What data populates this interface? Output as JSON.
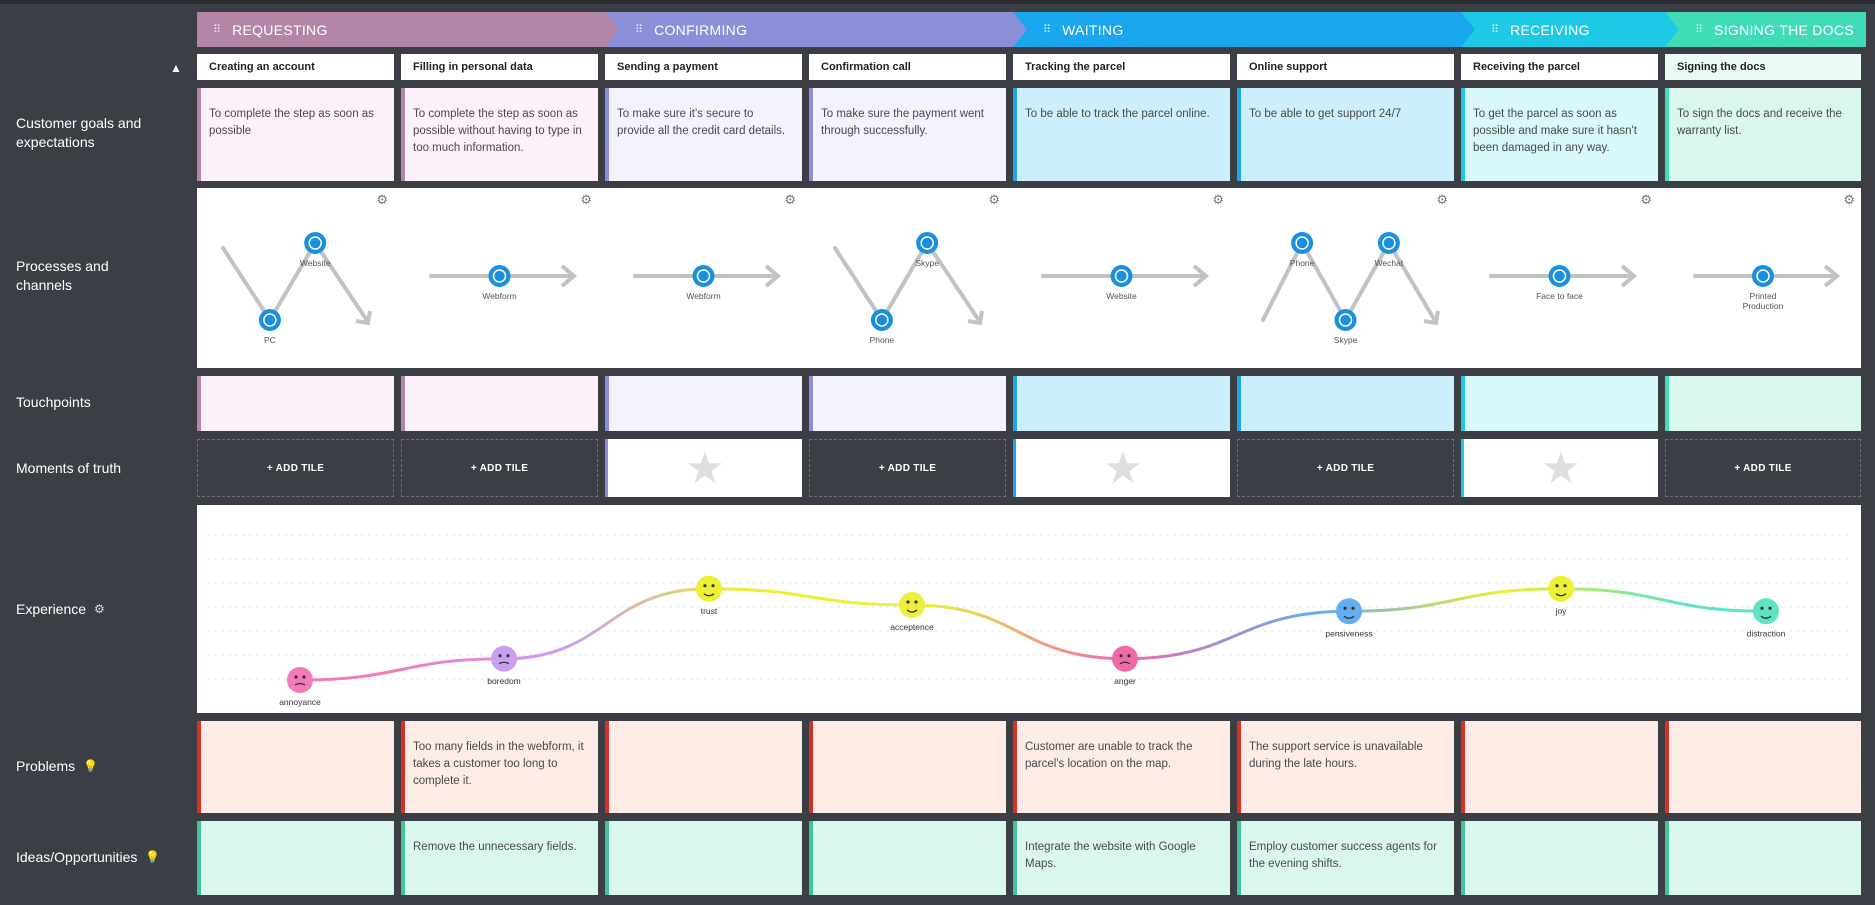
{
  "phases": [
    {
      "label": "REQUESTING",
      "color": "#b386a8"
    },
    {
      "label": "CONFIRMING",
      "color": "#8b8fd8"
    },
    {
      "label": "WAITING",
      "color": "#1ba6f0"
    },
    {
      "label": "RECEIVING",
      "color": "#1ec9e6"
    },
    {
      "label": "SIGNING THE DOCS",
      "color": "#3fdcb7"
    }
  ],
  "row_labels": {
    "goals": "Customer goals and expectations",
    "processes": "Processes and channels",
    "touchpoints": "Touchpoints",
    "moments": "Moments of truth",
    "experience": "Experience",
    "problems": "Problems",
    "ideas": "Ideas/Opportunities"
  },
  "steps": [
    {
      "title": "Creating an account",
      "goal": "To complete the step as soon as possible",
      "problem": "",
      "idea": ""
    },
    {
      "title": "Filling in personal data",
      "goal": "To complete the step as soon as possible without having to type in too much information.",
      "problem": "Too many fields in the webform, it takes a customer too long to complete it.",
      "idea": "Remove the unnecessary fields."
    },
    {
      "title": "Sending a payment",
      "goal": "To make sure it's secure to provide all the credit card details.",
      "problem": "",
      "idea": ""
    },
    {
      "title": "Confirmation call",
      "goal": "To make sure the payment went through successfully.",
      "problem": "",
      "idea": ""
    },
    {
      "title": "Tracking the parcel",
      "goal": "To be able to track the parcel online.",
      "problem": "Customer are unable to track the parcel's location on the map.",
      "idea": "Integrate the website with Google Maps."
    },
    {
      "title": "Online support",
      "goal": "To be able to get support 24/7",
      "problem": "The support service is unavailable during the late hours.",
      "idea": "Employ customer success agents for the evening shifts."
    },
    {
      "title": "Receiving the parcel",
      "goal": "To get the parcel as soon as possible and make sure it hasn't been damaged in any way.",
      "problem": "",
      "idea": ""
    },
    {
      "title": "Signing the docs",
      "goal": "To sign the docs and receive the warranty list.",
      "problem": "",
      "idea": ""
    }
  ],
  "channels": [
    {
      "pattern": "zigzag",
      "items": [
        {
          "name": "Website",
          "icon": "globe-icon"
        },
        {
          "name": "PC",
          "icon": "computer-icon"
        }
      ]
    },
    {
      "pattern": "arrow",
      "items": [
        {
          "name": "Webform",
          "icon": "webform-icon"
        }
      ]
    },
    {
      "pattern": "arrow",
      "items": [
        {
          "name": "Webform",
          "icon": "webform-icon"
        }
      ]
    },
    {
      "pattern": "zigzag",
      "items": [
        {
          "name": "Skype",
          "icon": "skype-icon"
        },
        {
          "name": "Phone",
          "icon": "phone-icon"
        }
      ]
    },
    {
      "pattern": "arrow",
      "items": [
        {
          "name": "Website",
          "icon": "globe-icon"
        }
      ]
    },
    {
      "pattern": "zigzag3",
      "items": [
        {
          "name": "Phone",
          "icon": "phone-icon"
        },
        {
          "name": "Wechat",
          "icon": "wechat-icon"
        },
        {
          "name": "Skype",
          "icon": "skype-icon"
        }
      ]
    },
    {
      "pattern": "arrow",
      "items": [
        {
          "name": "Face to face",
          "icon": "person-icon"
        }
      ]
    },
    {
      "pattern": "arrow",
      "items": [
        {
          "name": "Printed Production",
          "icon": "document-icon"
        }
      ]
    }
  ],
  "moments": [
    "add",
    "add",
    "star",
    "add",
    "star",
    "add",
    "star",
    "add"
  ],
  "add_tile_label": "+ ADD TILE",
  "emotions": [
    {
      "label": "annoyance",
      "level": 0.0,
      "color": "#f27ab8",
      "icon": "sad-face-icon"
    },
    {
      "label": "boredom",
      "level": 0.17,
      "color": "#c9a0ee",
      "icon": "neutral-face-icon"
    },
    {
      "label": "trust",
      "level": 0.73,
      "color": "#eef030",
      "icon": "wink-face-icon"
    },
    {
      "label": "acceptence",
      "level": 0.6,
      "color": "#eeee40",
      "icon": "smile-face-icon"
    },
    {
      "label": "anger",
      "level": 0.17,
      "color": "#f06aa8",
      "icon": "angry-face-icon"
    },
    {
      "label": "pensiveness",
      "level": 0.55,
      "color": "#63aef0",
      "icon": "pensive-face-icon"
    },
    {
      "label": "joy",
      "level": 0.73,
      "color": "#eef030",
      "icon": "happy-face-icon"
    },
    {
      "label": "distraction",
      "level": 0.55,
      "color": "#5ee3c3",
      "icon": "distracted-face-icon"
    }
  ],
  "colors": {
    "requesting_card": "#fcf0f9",
    "requesting_border": "#b386a8",
    "confirming_card": "#f3f3fe",
    "confirming_border": "#8b8fd8",
    "waiting_card": "#cdeefc",
    "waiting_border": "#1ba6f0",
    "receiving_card": "#d8f8fc",
    "receiving_border": "#1ec9e6",
    "signing_card": "#d9f7ec",
    "signing_border": "#3fdcb7",
    "problem_card": "#fdebe6",
    "problem_border": "#d93025",
    "idea_card": "#d9f7ec",
    "idea_border": "#3fc49b",
    "channel_blue": "#1a8fe0"
  }
}
